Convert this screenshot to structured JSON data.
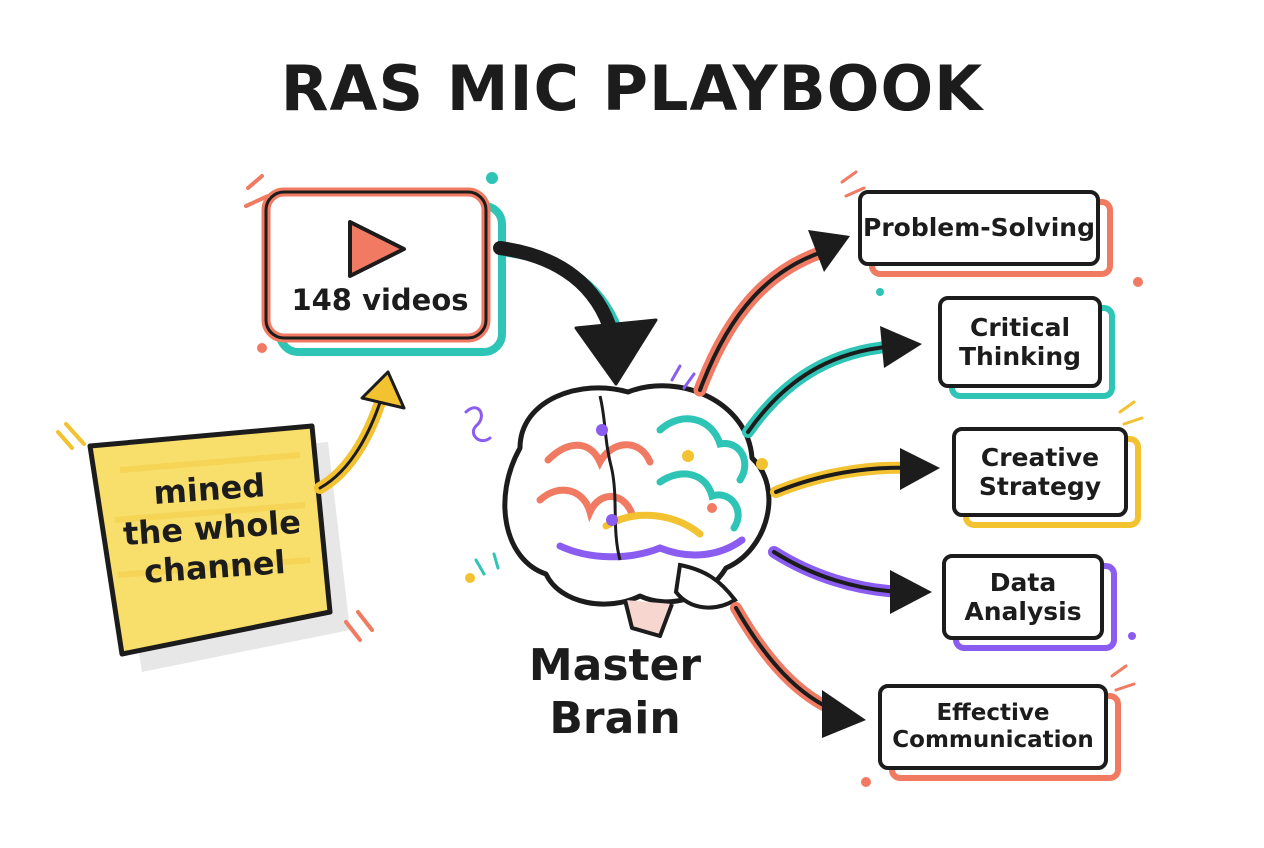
{
  "title": "RAS MIC PLAYBOOK",
  "source": {
    "video_count_label": "148 videos",
    "note_lines": [
      "mined",
      "the whole",
      "channel"
    ]
  },
  "center": {
    "label_lines": [
      "Master",
      "Brain"
    ]
  },
  "outputs": [
    {
      "lines": [
        "Problem-Solving"
      ],
      "color": "#F07A62"
    },
    {
      "lines": [
        "Critical",
        "Thinking"
      ],
      "color": "#2EC4B6"
    },
    {
      "lines": [
        "Creative",
        "Strategy"
      ],
      "color": "#F2C230"
    },
    {
      "lines": [
        "Data",
        "Analysis"
      ],
      "color": "#8A5CF0"
    },
    {
      "lines": [
        "Effective",
        "Communication"
      ],
      "color": "#F07A62"
    }
  ],
  "colors": {
    "coral": "#F07A62",
    "teal": "#2EC4B6",
    "yellow": "#F2C230",
    "purple": "#8A5CF0",
    "ink": "#1C1C1C",
    "note": "#F8DE6A"
  },
  "icons": {
    "play": "play-icon",
    "brain": "brain-icon"
  }
}
